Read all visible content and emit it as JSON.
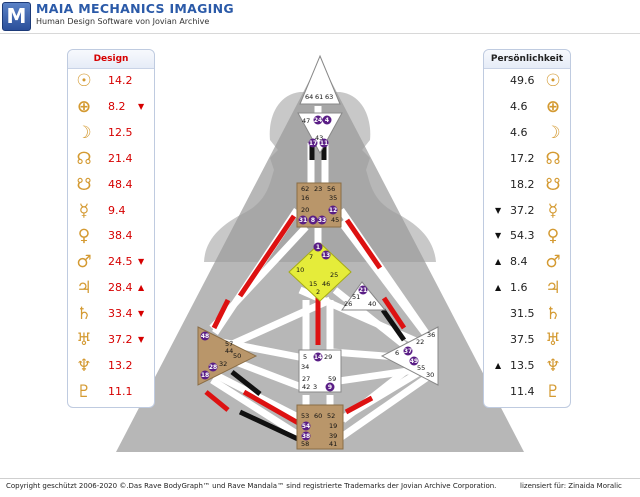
{
  "header": {
    "logo_letter": "M",
    "title": "MAIA MECHANICS IMAGING",
    "subtitle": "Human Design Software von Jovian Archive"
  },
  "design": {
    "title": "Design",
    "rows": [
      {
        "icon": "sun-icon",
        "glyph": "☉",
        "value": "14.2",
        "arrow": ""
      },
      {
        "icon": "earth-icon",
        "glyph": "⊕",
        "value": "8.2",
        "arrow": "▼"
      },
      {
        "icon": "moon-icon",
        "glyph": "☽",
        "value": "12.5",
        "arrow": ""
      },
      {
        "icon": "north-node-icon",
        "glyph": "☊",
        "value": "21.4",
        "arrow": ""
      },
      {
        "icon": "south-node-icon",
        "glyph": "☋",
        "value": "48.4",
        "arrow": ""
      },
      {
        "icon": "mercury-icon",
        "glyph": "☿",
        "value": "9.4",
        "arrow": ""
      },
      {
        "icon": "venus-icon",
        "glyph": "♀",
        "value": "38.4",
        "arrow": ""
      },
      {
        "icon": "mars-icon",
        "glyph": "♂",
        "value": "24.5",
        "arrow": "▼"
      },
      {
        "icon": "jupiter-icon",
        "glyph": "♃",
        "value": "28.4",
        "arrow": "▲"
      },
      {
        "icon": "saturn-icon",
        "glyph": "♄",
        "value": "33.4",
        "arrow": "▼"
      },
      {
        "icon": "uranus-icon",
        "glyph": "♅",
        "value": "37.2",
        "arrow": "▼"
      },
      {
        "icon": "neptune-icon",
        "glyph": "♆",
        "value": "13.2",
        "arrow": ""
      },
      {
        "icon": "pluto-icon",
        "glyph": "♇",
        "value": "11.1",
        "arrow": ""
      }
    ]
  },
  "personality": {
    "title": "Persönlichkeit",
    "rows": [
      {
        "icon": "sun-icon",
        "glyph": "☉",
        "value": "49.6",
        "arrow": ""
      },
      {
        "icon": "earth-icon",
        "glyph": "⊕",
        "value": "4.6",
        "arrow": ""
      },
      {
        "icon": "moon-icon",
        "glyph": "☽",
        "value": "4.6",
        "arrow": ""
      },
      {
        "icon": "north-node-icon",
        "glyph": "☊",
        "value": "17.2",
        "arrow": ""
      },
      {
        "icon": "south-node-icon",
        "glyph": "☋",
        "value": "18.2",
        "arrow": ""
      },
      {
        "icon": "mercury-icon",
        "glyph": "☿",
        "value": "37.2",
        "arrow": "▼"
      },
      {
        "icon": "venus-icon",
        "glyph": "♀",
        "value": "54.3",
        "arrow": "▼"
      },
      {
        "icon": "mars-icon",
        "glyph": "♂",
        "value": "8.4",
        "arrow": "▲"
      },
      {
        "icon": "jupiter-icon",
        "glyph": "♃",
        "value": "1.6",
        "arrow": "▲"
      },
      {
        "icon": "saturn-icon",
        "glyph": "♄",
        "value": "31.5",
        "arrow": ""
      },
      {
        "icon": "uranus-icon",
        "glyph": "♅",
        "value": "37.5",
        "arrow": ""
      },
      {
        "icon": "neptune-icon",
        "glyph": "♆",
        "value": "13.5",
        "arrow": "▲"
      },
      {
        "icon": "pluto-icon",
        "glyph": "♇",
        "value": "11.4",
        "arrow": ""
      }
    ]
  },
  "bodygraph": {
    "head_gates": [
      "64",
      "61",
      "63"
    ],
    "ajna_gates": [
      "47",
      "24",
      "4",
      "17",
      "11",
      "43"
    ],
    "throat_gates": [
      "62",
      "23",
      "56",
      "16",
      "35",
      "20",
      "12",
      "31",
      "8",
      "33",
      "45"
    ],
    "g_gates": [
      "1",
      "13",
      "7",
      "25",
      "10",
      "15",
      "46",
      "2"
    ],
    "heart_gates": [
      "21",
      "51",
      "26",
      "40"
    ],
    "spleen_gates": [
      "48",
      "57",
      "44",
      "50",
      "32",
      "28",
      "18"
    ],
    "sacral_gates": [
      "5",
      "14",
      "29",
      "34",
      "27",
      "42",
      "3",
      "59",
      "9"
    ],
    "solar_gates": [
      "36",
      "22",
      "37",
      "6",
      "49",
      "55",
      "30"
    ],
    "root_gates": [
      "53",
      "60",
      "52",
      "54",
      "19",
      "38",
      "39",
      "58",
      "41"
    ]
  },
  "footer": {
    "copyright": "Copyright geschützt 2006-2020 ©.Das Rave BodyGraph™ und Rave Mandala™ sind registrierte Trademarks der Jovian Archive Corporation.",
    "license": "lizensiert für: Zinaida Moralic"
  },
  "colors": {
    "title_blue": "#2b5aa8",
    "design_red": "#d60000",
    "glyph_gold": "#d49a32",
    "defined_center": "#b9966a",
    "g_center": "#e5ec3a",
    "activation_purple": "#5a1e86"
  }
}
